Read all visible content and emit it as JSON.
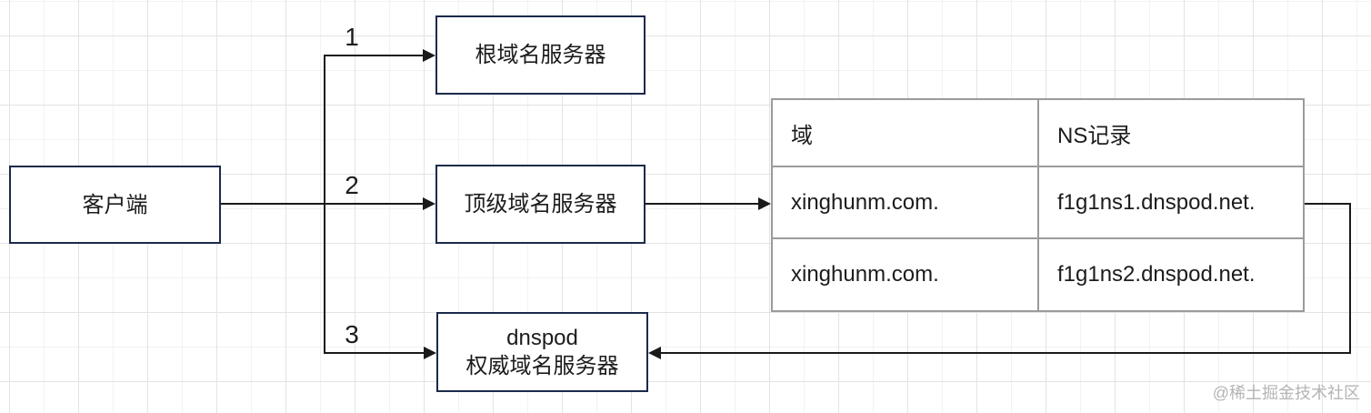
{
  "diagram": {
    "nodes": {
      "client": {
        "label": "客户端"
      },
      "root": {
        "label": "根域名服务器"
      },
      "tld": {
        "label": "顶级域名服务器"
      },
      "auth": {
        "line1": "dnspod",
        "line2": "权威域名服务器"
      }
    },
    "steps": {
      "step1": "1",
      "step2": "2",
      "step3": "3"
    },
    "table": {
      "headers": [
        "域",
        "NS记录"
      ],
      "rows": [
        [
          "xinghunm.com.",
          "f1g1ns1.dnspod.net."
        ],
        [
          "xinghunm.com.",
          "f1g1ns2.dnspod.net."
        ]
      ]
    },
    "watermark": "@稀土掘金技术社区",
    "colors": {
      "node_border": "#1a2a4a",
      "arrow": "#1a1a1a",
      "table_border": "#9b9b9b",
      "grid_minor": "#f2f2f2",
      "grid_major": "#e3e3e3",
      "watermark": "#b4b4b4",
      "text": "#1c1c1c"
    }
  }
}
